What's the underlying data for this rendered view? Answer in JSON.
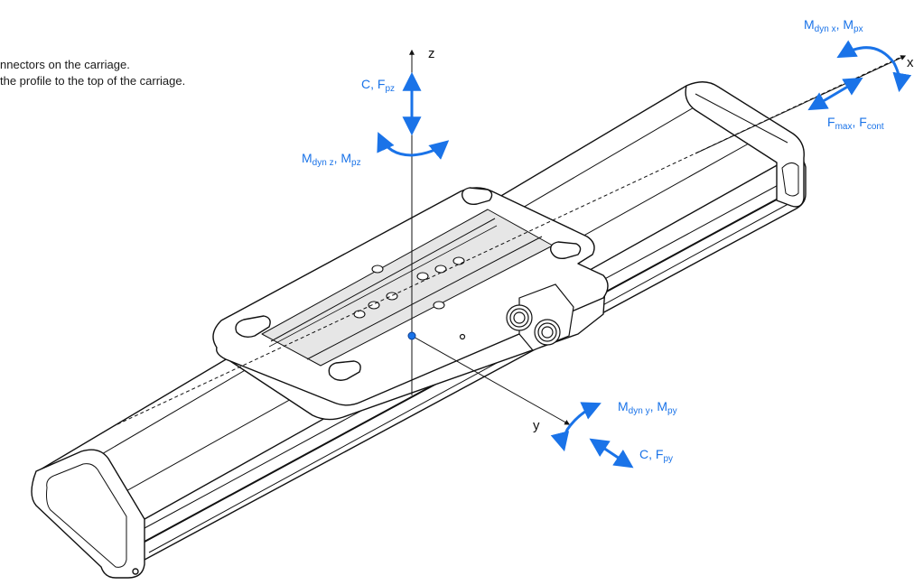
{
  "notes": [
    "nnectors on the carriage.",
    " the profile to the top of the carriage."
  ],
  "axes": {
    "x": "x",
    "y": "y",
    "z": "z"
  },
  "labels": {
    "mx_main": "M",
    "mx_sub": "dyn x",
    "mx_sep": ", M",
    "mx_sub2": "px",
    "f_main": "F",
    "f_sub": "max",
    "f_sep": ", F",
    "f_sub2": "cont",
    "cz_main": "C, F",
    "cz_sub": "pz",
    "mz_main": "M",
    "mz_sub": "dyn z",
    "mz_sep": ", M",
    "mz_sub2": "pz",
    "my_main": "M",
    "my_sub": "dyn y",
    "my_sep": ", M",
    "my_sub2": "py",
    "cy_main": "C, F",
    "cy_sub": "py"
  },
  "colors": {
    "accent": "#1a73e8",
    "line": "#111111",
    "plate": "#e6e6e6",
    "body": "#ffffff"
  }
}
